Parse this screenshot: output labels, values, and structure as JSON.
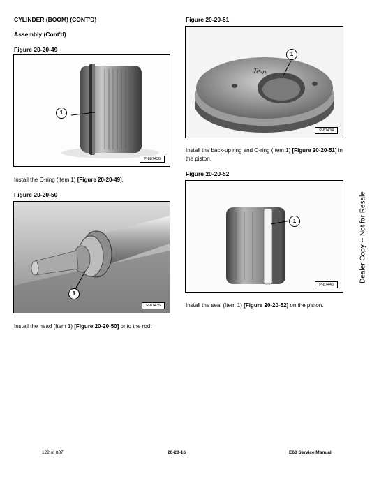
{
  "header": {
    "section_title": "CYLINDER (BOOM) (CONT'D)",
    "subsection_title": "Assembly (Cont'd)"
  },
  "figures": [
    {
      "title": "Figure 20-20-49",
      "id": "P-887436",
      "callout": "1"
    },
    {
      "title": "Figure 20-20-50",
      "id": "P-87435",
      "callout": "1"
    },
    {
      "title": "Figure 20-20-51",
      "id": "P-87434",
      "callout": "1"
    },
    {
      "title": "Figure 20-20-52",
      "id": "P-87446",
      "callout": "1"
    }
  ],
  "instructions": {
    "i49": {
      "pre": "Install the O-ring (Item 1) ",
      "ref": "[Figure 20-20-49]",
      "post": "."
    },
    "i50": {
      "pre": "Install the head (Item 1) ",
      "ref": "[Figure 20-20-50]",
      "post": " onto the rod."
    },
    "i51": {
      "pre": "Install the back-up ring and O-ring (Item 1) ",
      "ref": "[Figure 20-20-51]",
      "post": " in the piston."
    },
    "i52": {
      "pre": "Install the seal (Item 1) ",
      "ref": "[Figure 20-20-52]",
      "post": " on the piston."
    }
  },
  "photo_text": {
    "engraving": "Te-n"
  },
  "footer": {
    "page_count": "122 of 807",
    "page_number": "20-20-16",
    "manual_title": "E60 Service Manual"
  },
  "side_label": "Dealer Copy -- Not for Resale"
}
